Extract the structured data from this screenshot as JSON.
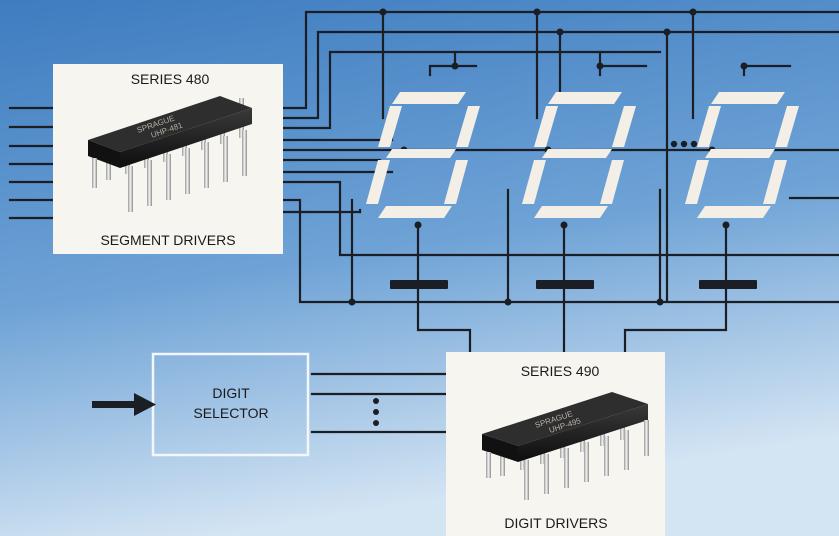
{
  "segment_driver": {
    "title": "SERIES 480",
    "caption": "SEGMENT DRIVERS",
    "chip_line1": "SPRAGUE",
    "chip_line2": "UHP-481"
  },
  "digit_driver": {
    "title": "SERIES 490",
    "caption": "DIGIT DRIVERS",
    "chip_line1": "SPRAGUE",
    "chip_line2": "UHP-495"
  },
  "digit_selector": {
    "line1": "DIGIT",
    "line2": "SELECTOR"
  },
  "colors": {
    "background_top": "#3f7fc2",
    "background_bottom": "#cfe1f2",
    "wire": "#1b1e24",
    "segment": "#f3efe6",
    "panel": "#f7f5f0"
  }
}
